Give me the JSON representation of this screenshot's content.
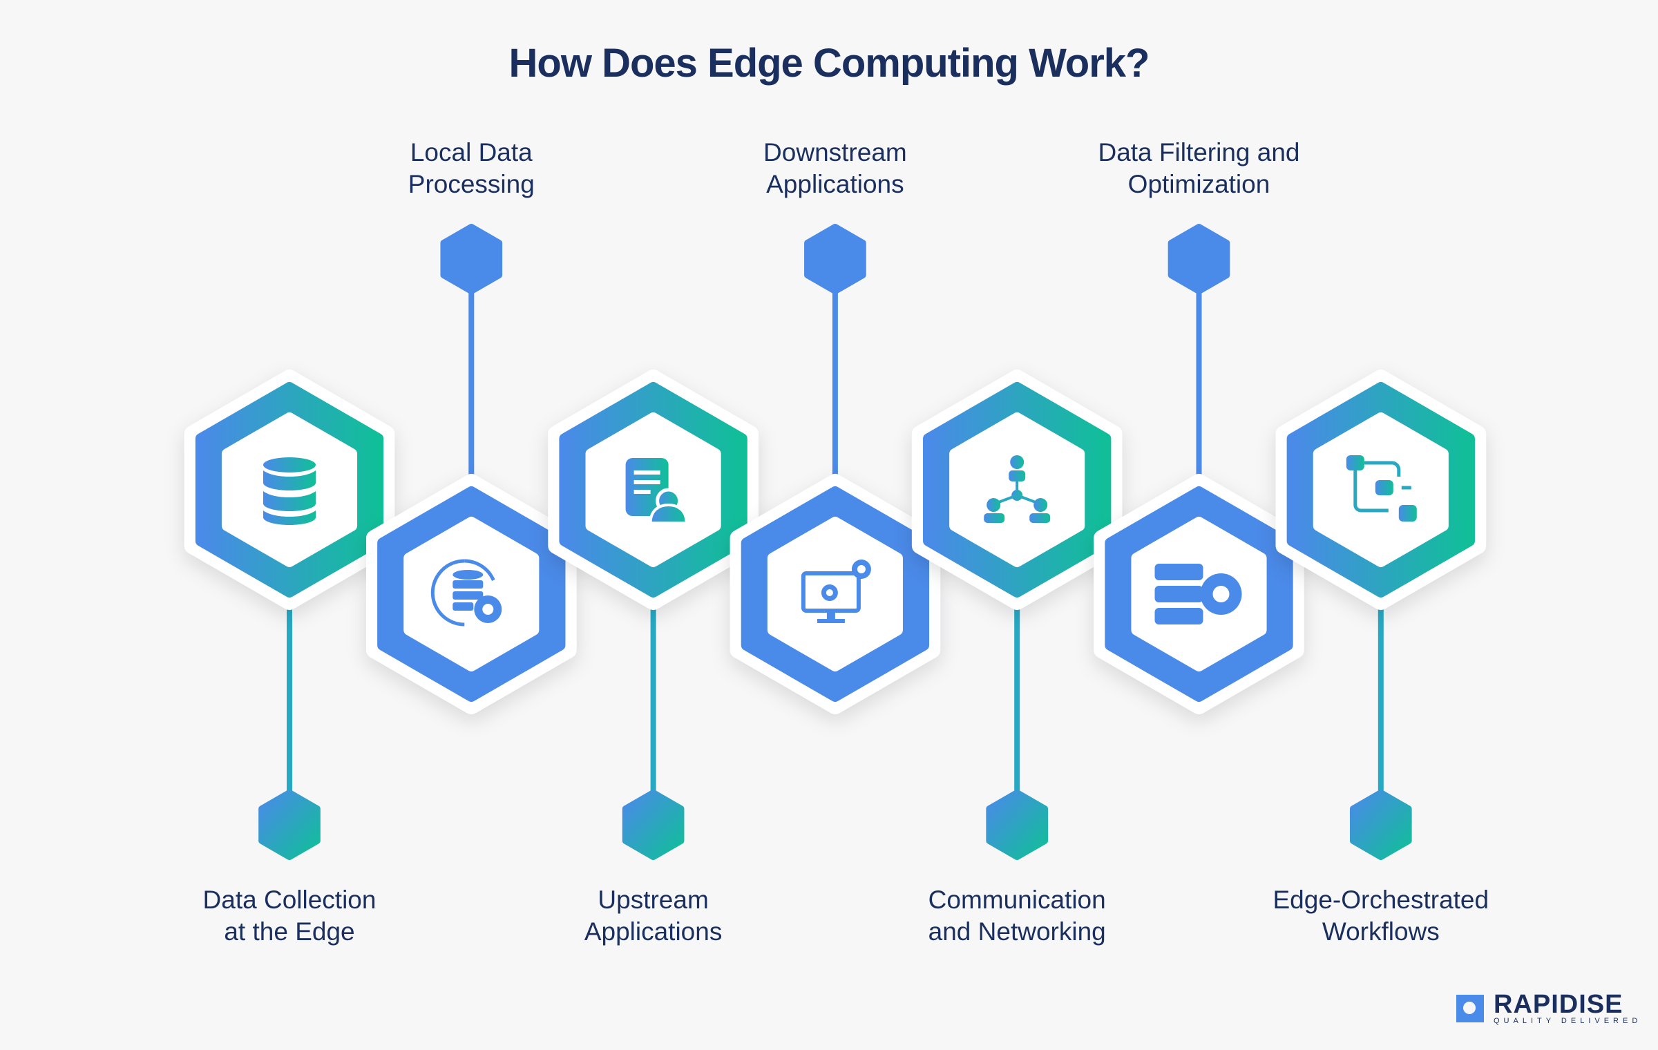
{
  "title": "How Does Edge Computing Work?",
  "colors": {
    "blue": "#4a8ae8",
    "teal": "#10bf98",
    "text": "#1a2f5e"
  },
  "steps": [
    {
      "label": [
        "Data Collection",
        "at the Edge"
      ],
      "icon": "database-icon",
      "row": "top"
    },
    {
      "label": [
        "Local Data",
        "Processing"
      ],
      "icon": "database-gear-icon",
      "row": "bottom"
    },
    {
      "label": [
        "Upstream",
        "Applications"
      ],
      "icon": "document-user-icon",
      "row": "top"
    },
    {
      "label": [
        "Downstream",
        "Applications"
      ],
      "icon": "monitor-gear-icon",
      "row": "bottom"
    },
    {
      "label": [
        "Communication",
        "and Networking"
      ],
      "icon": "network-people-icon",
      "row": "top"
    },
    {
      "label": [
        "Data Filtering and",
        "Optimization"
      ],
      "icon": "server-gear-icon",
      "row": "bottom"
    },
    {
      "label": [
        "Edge-Orchestrated",
        "Workflows"
      ],
      "icon": "workflow-icon",
      "row": "top"
    }
  ],
  "logo": {
    "name": "RAPIDISE",
    "tagline": "QUALITY DELIVERED"
  }
}
